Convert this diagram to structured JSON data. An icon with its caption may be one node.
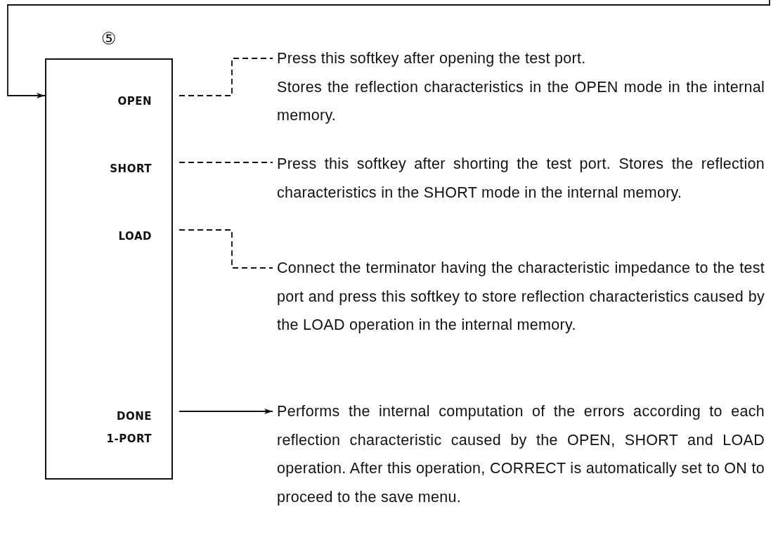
{
  "diagram": {
    "nodes": [
      {
        "text": [],
        "shape": "box",
        "beside": [
          "⑤"
        ]
      },
      {
        "text": [
          "OPEN"
        ],
        "in": 0
      },
      {
        "text": [
          "SHORT"
        ],
        "in": 0
      },
      {
        "text": [
          "LOAD"
        ],
        "in": 0
      },
      {
        "text": [
          "DONE 1-PORT"
        ],
        "in": 0
      },
      {
        "text": [
          "Press this softkey after opening the test port.",
          "Stores the reflection characteristics in the OPEN mode in the internal memory."
        ]
      },
      {
        "text": [
          "Press this softkey after shorting the test port. Stores the reflection characteristics in the SHORT mode in the internal memory."
        ]
      },
      {
        "text": [
          "Connect the terminator having the characteristic impedance to the test port and press this softkey to store reflection characteristics caused by the LOAD operation in the internal memory."
        ]
      },
      {
        "text": [
          "Performs the internal computation of the errors according to each reflection characteristic caused by the OPEN, SHORT and LOAD operation. After this operation, CORRECT is automatically set to ON to proceed to the save menu."
        ]
      }
    ],
    "edges": [
      {
        "from": null,
        "to": 0,
        "arrow": "to"
      },
      {
        "from": 1,
        "to": 5,
        "arrow": "none",
        "style": "dashed"
      },
      {
        "from": 2,
        "to": 6,
        "arrow": "none",
        "style": "dashed"
      },
      {
        "from": 3,
        "to": 7,
        "arrow": "none",
        "style": "dashed"
      },
      {
        "from": 4,
        "to": 8,
        "arrow": "to"
      }
    ]
  }
}
